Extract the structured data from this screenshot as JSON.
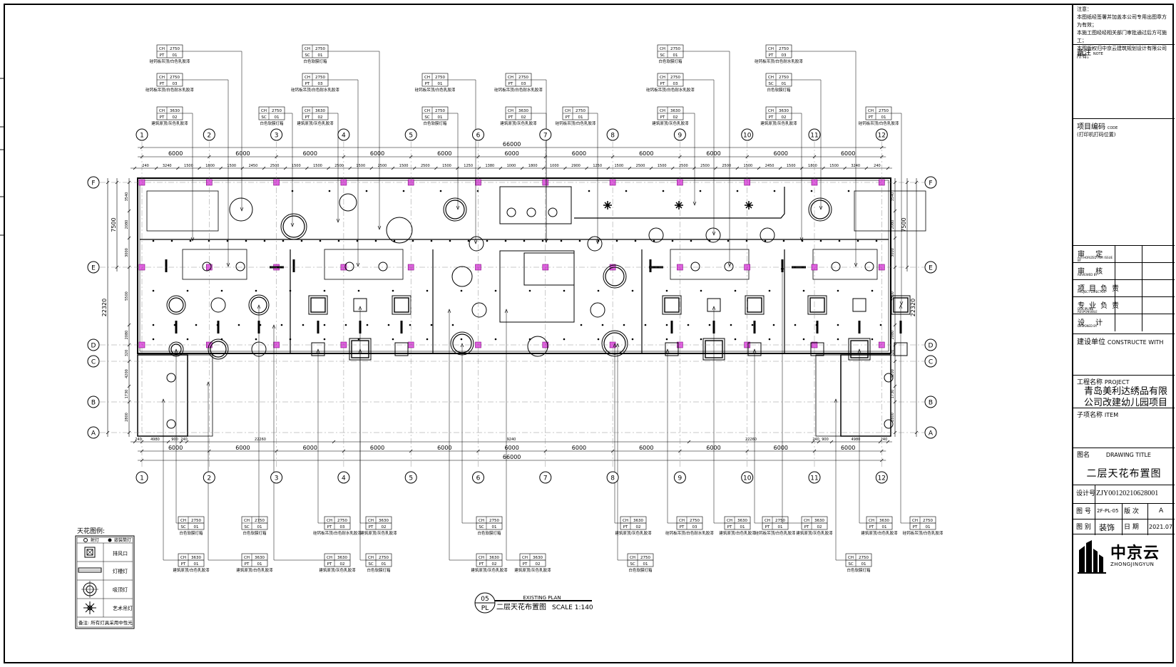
{
  "notes": {
    "header": "注意：",
    "lines": [
      "本图纸经签署并加盖本公司专用出图章方为有效；",
      "本施工图经经相关部门审批通过后方可施工；",
      "本图版权归中京云建筑规划设计有限公司所有。"
    ]
  },
  "remarks": {
    "label": "备注",
    "en": "NOTE"
  },
  "project_code": {
    "label": "项目编码",
    "en": "CODE",
    "sub": "(打印机打码位置)"
  },
  "approvals": {
    "rows": [
      {
        "label": "审 定",
        "en": "AUTHORIZED FOR ISSUE BY"
      },
      {
        "label": "审 核",
        "en": "REVIEWED BY"
      },
      {
        "label": "项目负责",
        "en": "PROJECT DIRECTOR"
      },
      {
        "label": "专业负责",
        "en": "DISCIPLINE RESPONSIBLE"
      },
      {
        "label": "设 计",
        "en": "DESIGNED BY"
      }
    ]
  },
  "builder": {
    "label": "建设单位",
    "en": "CONSTRUCTE WITH"
  },
  "project": {
    "label": "工程名称",
    "en": "PROJECT",
    "name_line1": "青岛美利达绣品有限",
    "name_line2": "公司改建幼儿园项目"
  },
  "item": {
    "label": "子项名称",
    "en": "ITEM"
  },
  "drawing_title": {
    "label": "图名",
    "en": "DRAWING TITLE",
    "value": "二层天花布置图"
  },
  "design_no": {
    "label": "设计号",
    "value": "ZJY00120210628001"
  },
  "drawing_no": {
    "label": "图 号",
    "value": "2F-PL-05",
    "rev_label": "版 次",
    "rev_value": "A"
  },
  "category": {
    "label": "图 别",
    "value": "装饰",
    "date_label": "日 期",
    "date_value": "2021.07"
  },
  "company": {
    "cn": "中京云",
    "en": "ZHONGJINGYUN"
  },
  "plan_caption": {
    "num": "05",
    "sheet": "PL",
    "en": "EXISTING PLAN",
    "cn": "二层天花布置图",
    "scale": "SCALE 1:140"
  },
  "legend": {
    "title": "天花图例:",
    "header_left": "射灯",
    "header_right": "嵌装筒灯",
    "items": [
      "排风口",
      "灯槽灯",
      "吸顶灯",
      "艺术吊灯"
    ],
    "footer": "备注: 所有灯具采用中性光"
  },
  "grid": {
    "columns": [
      "1",
      "2",
      "3",
      "4",
      "5",
      "6",
      "7",
      "8",
      "9",
      "10",
      "11",
      "12"
    ],
    "rows": [
      "F",
      "E",
      "D",
      "C",
      "B",
      "A"
    ],
    "bay_dims": [
      "6000",
      "6000",
      "6000",
      "6000",
      "6000",
      "6000",
      "6000",
      "6000",
      "6000",
      "6000",
      "6000"
    ],
    "overall_width": "66000",
    "top_sub_dims": [
      "240",
      "3240",
      "1500",
      "1800",
      "1500",
      "2450",
      "2500",
      "1500",
      "1500",
      "2500",
      "1500",
      "2500",
      "1500",
      "2500",
      "1500",
      "1250",
      "1380",
      "1000",
      "1800",
      "1000",
      "2900",
      "1250",
      "1500",
      "2500",
      "1500",
      "2500",
      "2500",
      "2500",
      "1500",
      "2450",
      "1500",
      "1800",
      "1500",
      "3240",
      "240"
    ],
    "bottom_sub_dims": [
      "240",
      "4980",
      "900",
      "240",
      "22260",
      "9240",
      "22260",
      "240",
      "900",
      "4980",
      "240"
    ],
    "left_outer": [
      "7500",
      "22320"
    ],
    "left_inner": [
      "3540",
      "2080",
      "3000",
      "5500",
      "2080",
      "320",
      "4200",
      "1730",
      "2800"
    ],
    "right_outer": [
      "7500",
      "22320"
    ],
    "right_inner": [
      "3540",
      "2080",
      "3000",
      "5500",
      "2080",
      "320",
      "4200",
      "1730",
      "2800"
    ]
  },
  "tags": {
    "pt01_ch2750": {
      "ch": "CH",
      "h": "2750",
      "k": "PT",
      "v": "01",
      "desc": "硅钙板吊顶/白色乳胶漆"
    },
    "pt03_ch2750": {
      "ch": "CH",
      "h": "2750",
      "k": "PT",
      "v": "03",
      "desc": "硅钙板吊顶/白色耐水乳胶漆"
    },
    "pt02_ch3630": {
      "ch": "CH",
      "h": "3630",
      "k": "PT",
      "v": "02",
      "desc": "建筑原顶/灰色乳胶漆"
    },
    "sc01_ch2750": {
      "ch": "CH",
      "h": "2750",
      "k": "SC",
      "v": "01",
      "desc": "白色软膜灯箱"
    },
    "pt01_ch3630": {
      "ch": "CH",
      "h": "3630",
      "k": "PT",
      "v": "01",
      "desc": "建筑原顶/白色乳胶漆"
    },
    "pt02_ch3630b": {
      "ch": "CH",
      "h": "3630",
      "k": "PT",
      "v": "02",
      "desc": "建筑原顶/灰色乳胶漆"
    }
  }
}
